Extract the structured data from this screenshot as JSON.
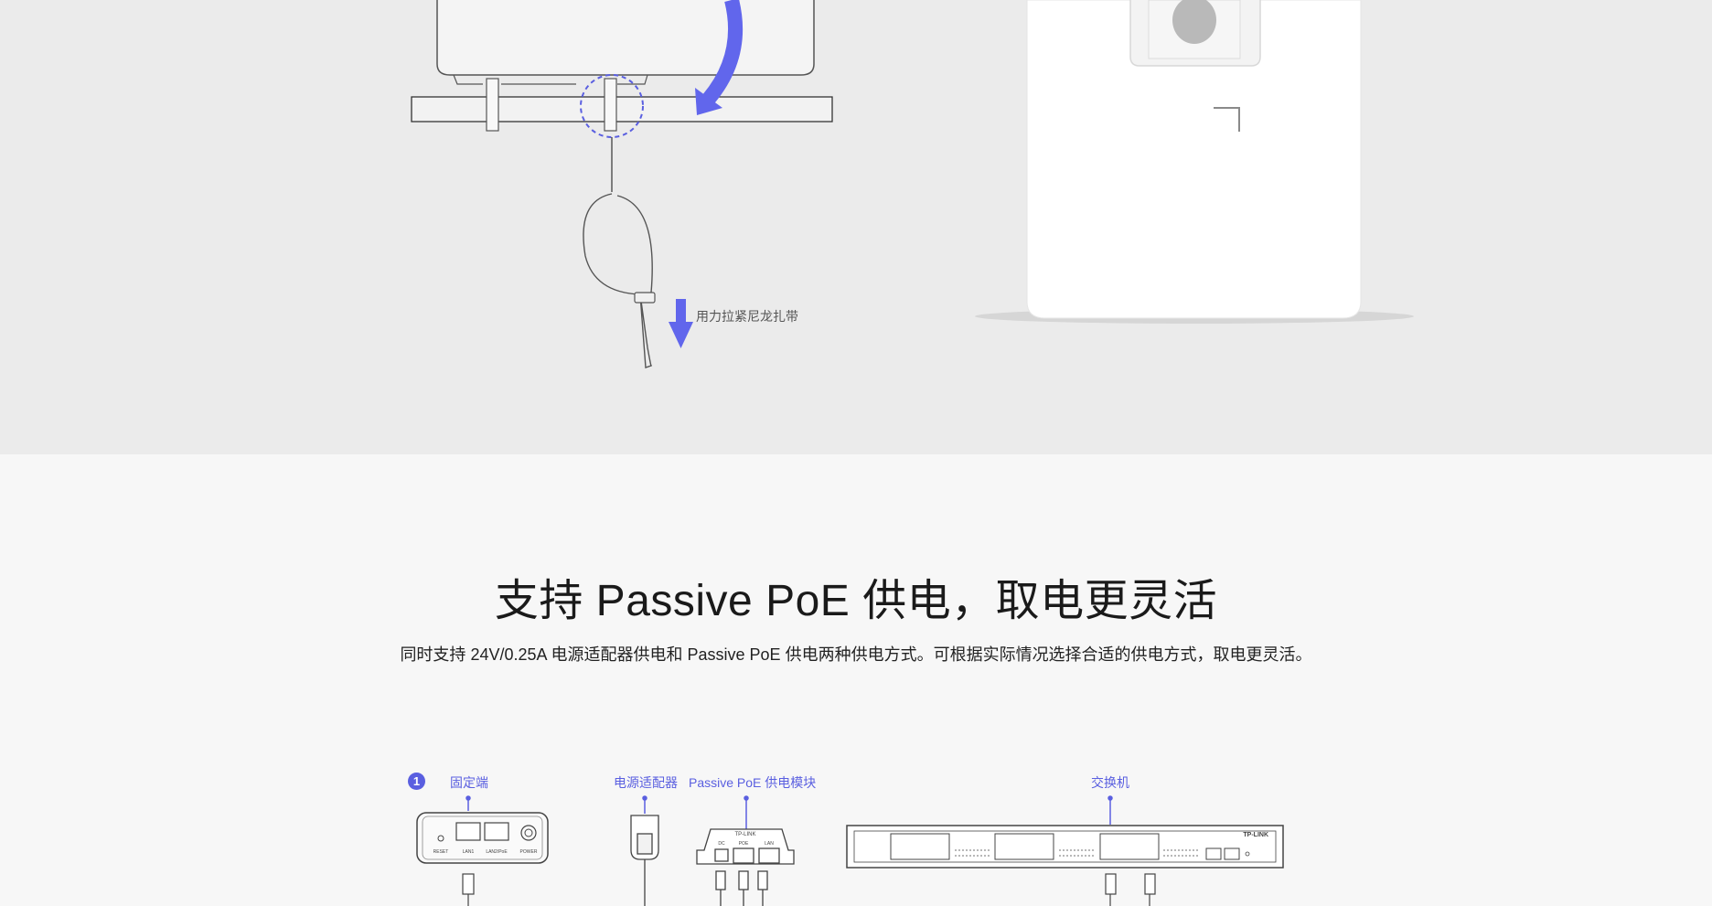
{
  "install": {
    "tie_caption": "用力拉紧尼龙扎带"
  },
  "poe": {
    "title": "支持 Passive PoE 供电，取电更灵活",
    "description": "同时支持 24V/0.25A 电源适配器供电和 Passive PoE 供电两种供电方式。可根据实际情况选择合适的供电方式，取电更灵活。"
  },
  "diagram": {
    "step_number": "1",
    "labels": {
      "fixed_end": "固定端",
      "power_adapter": "电源适配器",
      "poe_module": "Passive PoE 供电模块",
      "switch": "交换机"
    },
    "device_port_labels": {
      "reset": "RESET",
      "lan1": "LAN1",
      "lan2": "LAN2/PoE",
      "power": "POWER"
    },
    "poe_module_text": {
      "brand": "TP-LINK",
      "dc": "DC",
      "poe": "POE",
      "lan": "LAN"
    },
    "switch_brand": "TP-LINK"
  },
  "colors": {
    "accent": "#5a5fe0",
    "install_bg": "#ebebeb",
    "page_bg": "#f7f7f7"
  }
}
